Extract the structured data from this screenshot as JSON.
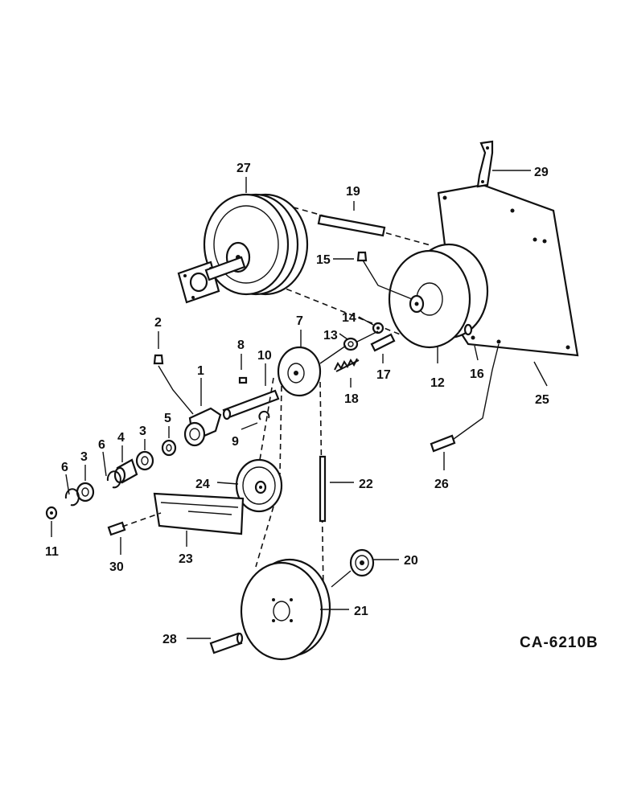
{
  "diagram": {
    "drawing_code": "CA-6210B",
    "callouts": [
      {
        "id": "c1",
        "text": "1"
      },
      {
        "id": "c2",
        "text": "2"
      },
      {
        "id": "c3a",
        "text": "3"
      },
      {
        "id": "c3b",
        "text": "3"
      },
      {
        "id": "c4",
        "text": "4"
      },
      {
        "id": "c5",
        "text": "5"
      },
      {
        "id": "c6a",
        "text": "6"
      },
      {
        "id": "c6b",
        "text": "6"
      },
      {
        "id": "c7",
        "text": "7"
      },
      {
        "id": "c8",
        "text": "8"
      },
      {
        "id": "c9",
        "text": "9"
      },
      {
        "id": "c10",
        "text": "10"
      },
      {
        "id": "c11",
        "text": "11"
      },
      {
        "id": "c12",
        "text": "12"
      },
      {
        "id": "c13",
        "text": "13"
      },
      {
        "id": "c14",
        "text": "14"
      },
      {
        "id": "c15",
        "text": "15"
      },
      {
        "id": "c16",
        "text": "16"
      },
      {
        "id": "c17",
        "text": "17"
      },
      {
        "id": "c18",
        "text": "18"
      },
      {
        "id": "c19",
        "text": "19"
      },
      {
        "id": "c20",
        "text": "20"
      },
      {
        "id": "c21",
        "text": "21"
      },
      {
        "id": "c22",
        "text": "22"
      },
      {
        "id": "c23",
        "text": "23"
      },
      {
        "id": "c24",
        "text": "24"
      },
      {
        "id": "c25",
        "text": "25"
      },
      {
        "id": "c26",
        "text": "26"
      },
      {
        "id": "c27",
        "text": "27"
      },
      {
        "id": "c28",
        "text": "28"
      },
      {
        "id": "c29",
        "text": "29"
      },
      {
        "id": "c30",
        "text": "30"
      }
    ]
  }
}
